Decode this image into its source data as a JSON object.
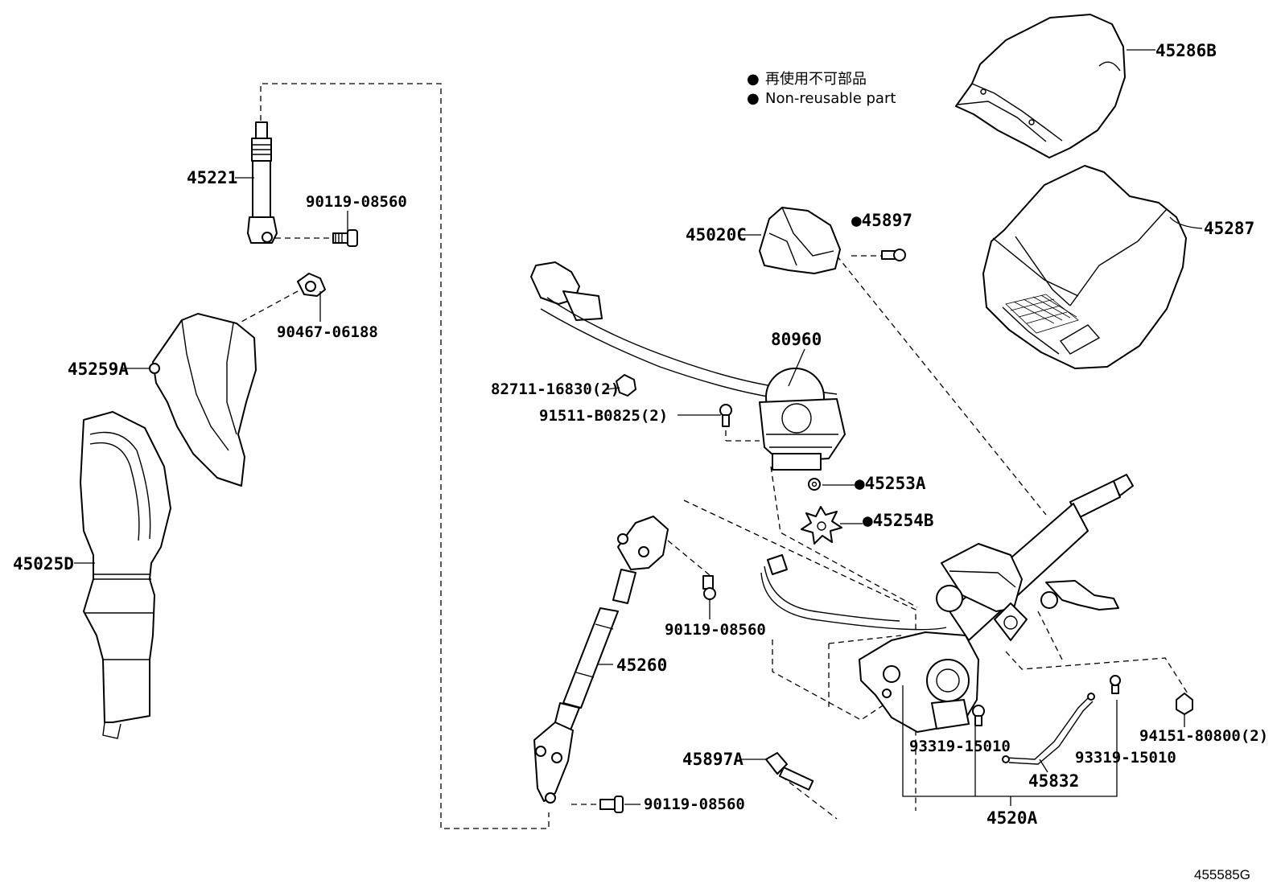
{
  "legend": {
    "line_jp": "再使用不可部品",
    "line_en": "Non-reusable part",
    "bullet": "●"
  },
  "labels": {
    "p45286B": "45286B",
    "p45287": "45287",
    "p45221": "45221",
    "p90119_top": "90119-08560",
    "p90467": "90467-06188",
    "p45259A": "45259A",
    "p45025D": "45025D",
    "p45020C": "45020C",
    "p45897": "●45897",
    "p80960": "80960",
    "p82711": "82711-16830(2)",
    "p91511": "91511-B0825(2)",
    "p45253A": "●45253A",
    "p45254B": "●45254B",
    "p90119_mid": "90119-08560",
    "p45260": "45260",
    "p45897A": "45897A",
    "p90119_bot": "90119-08560",
    "p93319_a": "93319-15010",
    "p93319_b": "93319-15010",
    "p94151": "94151-80800(2)",
    "p45832": "45832",
    "p4520A": "4520A"
  },
  "figure_id": "455585G"
}
